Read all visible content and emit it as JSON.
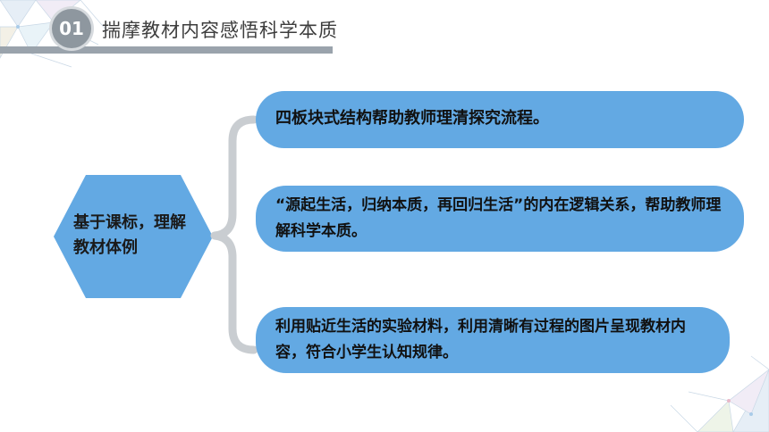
{
  "header": {
    "number": "01",
    "title": "揣摩教材内容感悟科学本质"
  },
  "center": {
    "label": "基于课标，理解教材体例"
  },
  "points": [
    {
      "text": "四板块式结构帮助教师理清探究流程。"
    },
    {
      "text": "“源起生活，归纳本质，再回归生活”的内在逻辑关系，帮助教师理解科学本质。"
    },
    {
      "text": "利用贴近生活的实验材料，利用清晰有过程的图片呈现教材内容，符合小学生认知规律。"
    }
  ],
  "colors": {
    "pill": "#63a9e3",
    "hexagon": "#63a9e3",
    "brace": "#c9cdd1",
    "badge": "#8e979f",
    "header_bar": "#9aa3ac"
  }
}
